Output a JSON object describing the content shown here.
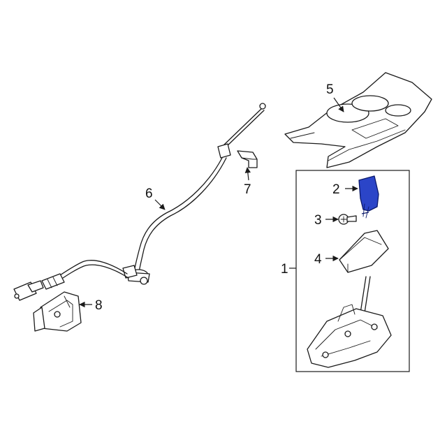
{
  "diagram": {
    "callouts": {
      "c1": "1",
      "c2": "2",
      "c3": "3",
      "c4": "4",
      "c5": "5",
      "c6": "6",
      "c7": "7",
      "c8": "8"
    },
    "highlight_color": "#2b45c8"
  }
}
